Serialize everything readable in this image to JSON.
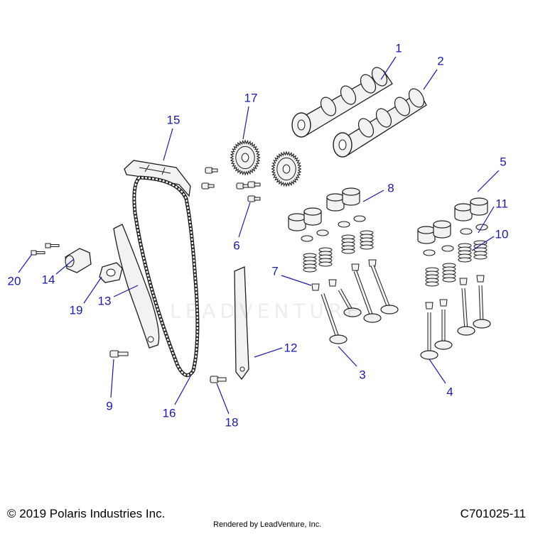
{
  "colors": {
    "callout_text": "#1a1aa6",
    "leader_line": "#1a1aa6",
    "part_fill": "#f2f2f2",
    "part_stroke": "#1e1e1e"
  },
  "callouts": [
    {
      "id": "1",
      "label": "1"
    },
    {
      "id": "2",
      "label": "2"
    },
    {
      "id": "3",
      "label": "3"
    },
    {
      "id": "4",
      "label": "4"
    },
    {
      "id": "5",
      "label": "5"
    },
    {
      "id": "6",
      "label": "6"
    },
    {
      "id": "7",
      "label": "7"
    },
    {
      "id": "8",
      "label": "8"
    },
    {
      "id": "9",
      "label": "9"
    },
    {
      "id": "10",
      "label": "10"
    },
    {
      "id": "11",
      "label": "11"
    },
    {
      "id": "12",
      "label": "12"
    },
    {
      "id": "13",
      "label": "13"
    },
    {
      "id": "14",
      "label": "14"
    },
    {
      "id": "15",
      "label": "15"
    },
    {
      "id": "16",
      "label": "16"
    },
    {
      "id": "17",
      "label": "17"
    },
    {
      "id": "18",
      "label": "18"
    },
    {
      "id": "19",
      "label": "19"
    },
    {
      "id": "20",
      "label": "20"
    }
  ],
  "footer": {
    "copyright": "© 2019 Polaris Industries Inc.",
    "rendered_by": "Rendered by LeadVenture, Inc.",
    "diagram_code": "C701025-11"
  },
  "watermark": "LEADVENTURE"
}
